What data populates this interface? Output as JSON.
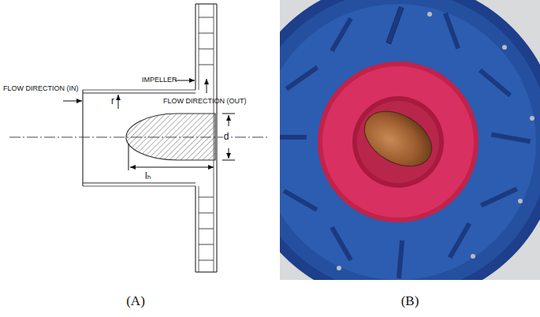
{
  "diagram": {
    "labels": [
      "IMPELLER",
      "FLOW DIRECTION (OUT)",
      "FLOW DIRECTION (IN)",
      "r",
      "d",
      "lₕ",
      "(A)",
      "(B)"
    ]
  }
}
